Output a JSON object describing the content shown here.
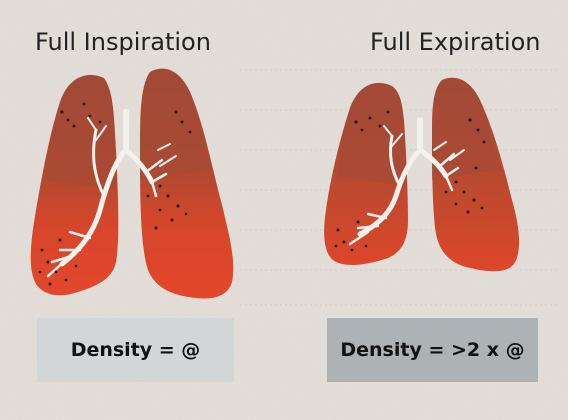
{
  "panels": {
    "inspiration": {
      "title": "Full Inspiration",
      "density_label": "Density = @"
    },
    "expiration": {
      "title": "Full Expiration",
      "density_label": "Density = >2 x @"
    }
  },
  "colors": {
    "background": "#e7e1dc",
    "lung_dark": "#a84a34",
    "lung_mid": "#b9492e",
    "lung_base": "#e0452a",
    "airway": "#f4f2ee",
    "speckle": "#2a1a14",
    "inspiration_density_fill": "#d2d6d7",
    "expiration_density_fill": "#a9aeb1"
  }
}
